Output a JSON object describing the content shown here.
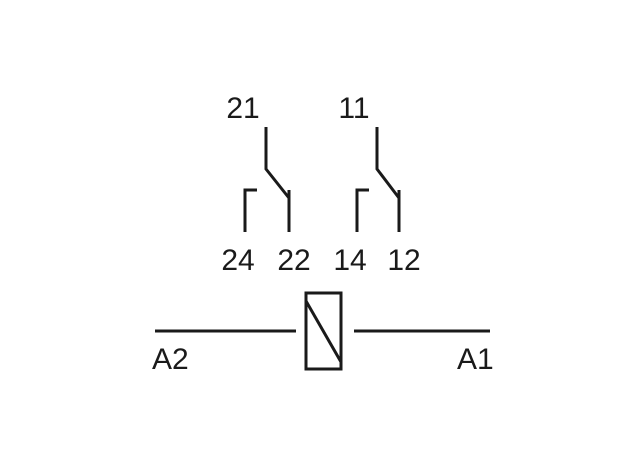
{
  "diagram": {
    "contacts": [
      {
        "common": "21",
        "nc": "22",
        "no": "24"
      },
      {
        "common": "11",
        "nc": "12",
        "no": "14"
      }
    ],
    "coil": {
      "left_terminal": "A2",
      "right_terminal": "A1"
    }
  },
  "colors": {
    "line": "#1a1a1a",
    "background": "#ffffff"
  }
}
